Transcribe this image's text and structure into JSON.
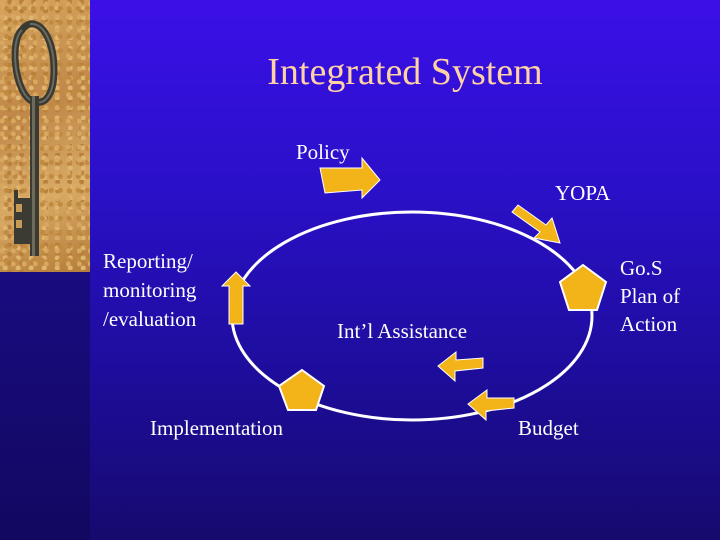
{
  "slide": {
    "title": "Integrated System"
  },
  "diagram": {
    "labels": {
      "policy": "Policy",
      "yopa": "YOPA",
      "gos_plan_line1": "Go.S",
      "gos_plan_line2": "Plan of",
      "gos_plan_line3": "Action",
      "intl_assistance": "Int’l Assistance",
      "budget": "Budget",
      "implementation": "Implementation",
      "reporting_line1": "Reporting/",
      "reporting_line2": "monitoring",
      "reporting_line3": "/evaluation"
    },
    "colors": {
      "cycle_line": "#ffffff",
      "shape_fill": "#f2b418",
      "shape_stroke": "#ffffff",
      "title": "#ffd2a6"
    }
  }
}
